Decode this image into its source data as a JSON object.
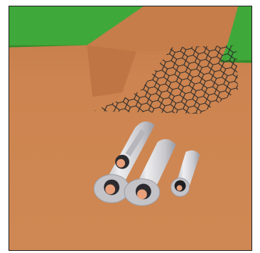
{
  "scene": {
    "colors": {
      "ground": "#cd8450",
      "ground_shadow": "#b97343",
      "trench_wall": "#c27a47",
      "grass": "#3fa83a",
      "grass_light": "#5cc655",
      "mesh": "#2a2a2a",
      "pipe_body": "#c9c9cd",
      "pipe_highlight": "#eeeef0",
      "pipe_shadow": "#9a9aa2",
      "pipe_cap": "#e9a07a",
      "conduit_dark": "#222226"
    },
    "objects": [
      "grass-bank-left",
      "grass-bank-right",
      "trench-cut",
      "warning-mesh",
      "large-pipe-left",
      "large-pipe-middle",
      "small-conduit-right"
    ]
  }
}
